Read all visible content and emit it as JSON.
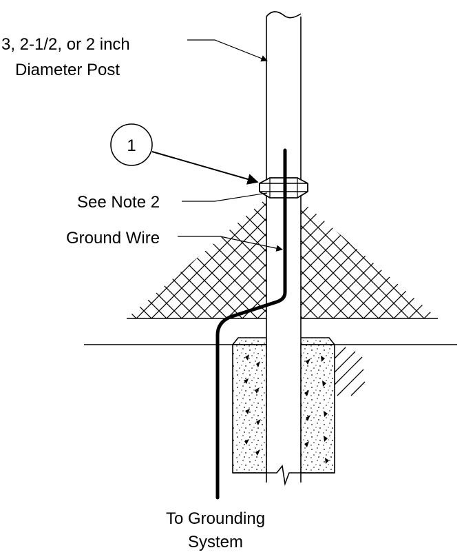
{
  "labels": {
    "post_line1": "3, 2-1/2, or 2 inch",
    "post_line2": "Diameter Post",
    "callout_number": "1",
    "see_note": "See Note 2",
    "ground_wire": "Ground Wire",
    "grounding_line1": "To Grounding",
    "grounding_line2": "System"
  },
  "colors": {
    "ink": "#000000",
    "background": "#ffffff"
  }
}
